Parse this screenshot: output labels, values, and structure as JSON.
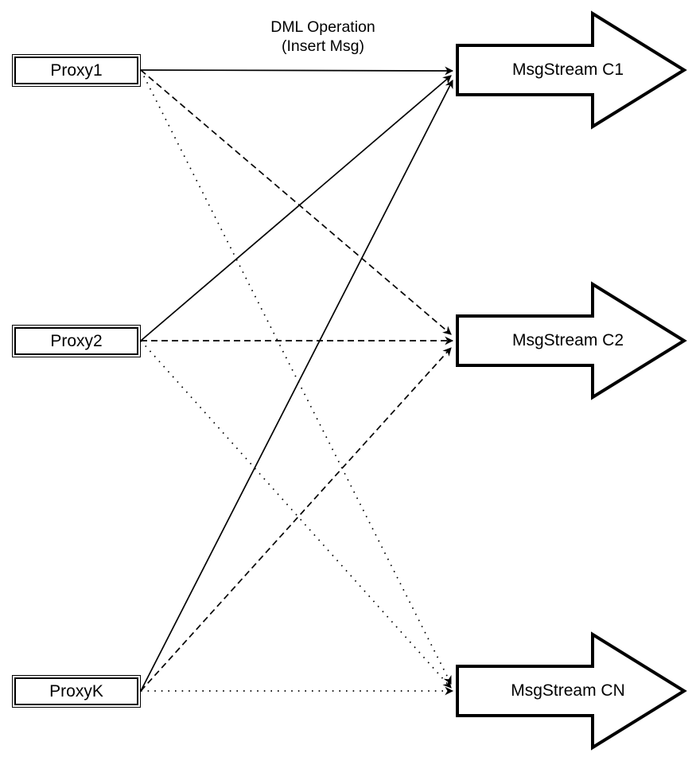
{
  "title": {
    "line1": "DML Operation",
    "line2": "(Insert Msg)"
  },
  "proxies": [
    {
      "id": "proxy1",
      "label": "Proxy1"
    },
    {
      "id": "proxy2",
      "label": "Proxy2"
    },
    {
      "id": "proxyk",
      "label": "ProxyK"
    }
  ],
  "streams": [
    {
      "id": "c1",
      "label": "MsgStream C1"
    },
    {
      "id": "c2",
      "label": "MsgStream C2"
    },
    {
      "id": "cn",
      "label": "MsgStream CN"
    }
  ],
  "edges": [
    {
      "from": "Proxy1",
      "to": "MsgStream C1",
      "style": "solid"
    },
    {
      "from": "Proxy2",
      "to": "MsgStream C1",
      "style": "solid"
    },
    {
      "from": "ProxyK",
      "to": "MsgStream C1",
      "style": "solid"
    },
    {
      "from": "Proxy1",
      "to": "MsgStream C2",
      "style": "dashed"
    },
    {
      "from": "Proxy2",
      "to": "MsgStream C2",
      "style": "dashed"
    },
    {
      "from": "ProxyK",
      "to": "MsgStream C2",
      "style": "dashed"
    },
    {
      "from": "Proxy1",
      "to": "MsgStream CN",
      "style": "dotted"
    },
    {
      "from": "Proxy2",
      "to": "MsgStream CN",
      "style": "dotted"
    },
    {
      "from": "ProxyK",
      "to": "MsgStream CN",
      "style": "dotted"
    }
  ],
  "colors": {
    "line": "#000000",
    "background": "#ffffff",
    "shape_fill": "#ffffff"
  }
}
